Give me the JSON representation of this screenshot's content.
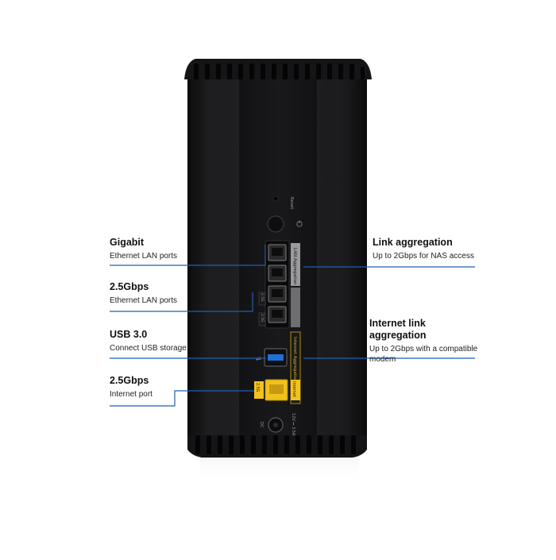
{
  "callouts_left": [
    {
      "title": "Gigabit",
      "desc": "Ethernet LAN ports"
    },
    {
      "title": "2.5Gbps",
      "desc": "Ethernet LAN ports"
    },
    {
      "title": "USB 3.0",
      "desc": "Connect USB storage"
    },
    {
      "title": "2.5Gbps",
      "desc": "Internet port"
    }
  ],
  "callouts_right": [
    {
      "title": "Link aggregation",
      "desc": "Up to 2Gbps for NAS access"
    },
    {
      "title": "Internet link aggregation",
      "desc": "Up to 2Gbps with a compatible modem"
    }
  ],
  "device_labels": {
    "reset": "Reset",
    "lan_aggregation": "LAN Aggregation",
    "internet_aggregation": "Internet Aggregation",
    "internet": "Internet",
    "port_speed_1": "2.5G",
    "port_speed_2": "2.5G",
    "port_speed_internet": "2.5G",
    "dc": "DC",
    "power_rating": "12V ⎓ 3.5A"
  },
  "colors": {
    "callout_line": "#1f5fb0",
    "device_body": "#1c1c1e",
    "internet_port": "#f2c21b"
  }
}
